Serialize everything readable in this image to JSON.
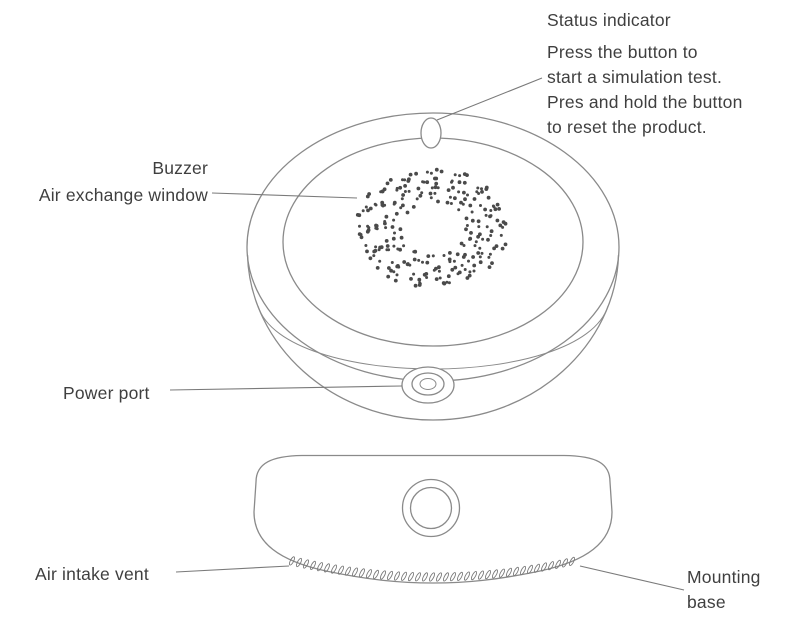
{
  "labels": {
    "status_indicator": "Status indicator",
    "instructions": [
      "Press the button to",
      "start a simulation test.",
      "Pres and hold the button",
      "to reset the product."
    ],
    "buzzer": "Buzzer",
    "air_exchange_window": "Air exchange window",
    "power_port": "Power port",
    "air_intake_vent": "Air intake vent",
    "mounting_base": [
      "Mounting",
      "base"
    ]
  },
  "colors": {
    "line": "#8a8a8a",
    "leader": "#7a7a7a",
    "text": "#3f3f3f",
    "dots": "#4a4a4a"
  }
}
